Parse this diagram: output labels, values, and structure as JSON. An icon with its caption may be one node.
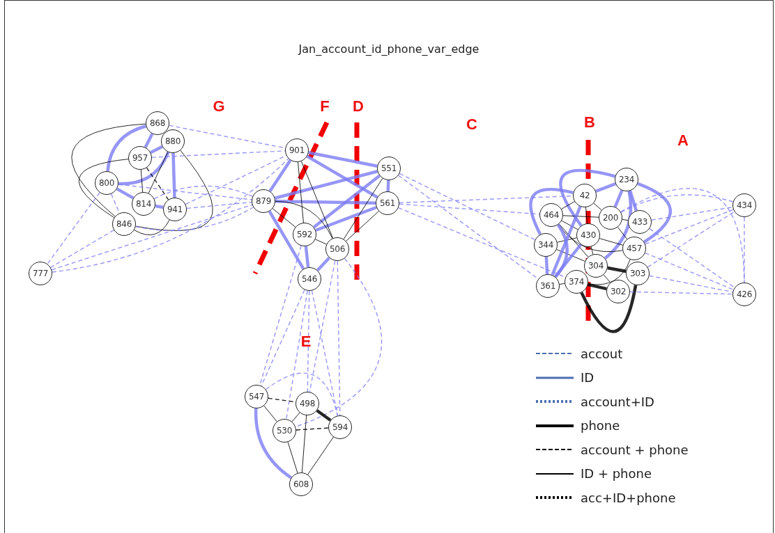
{
  "diagram": {
    "title": "Jan_account_id_phone_var_edge",
    "nodes": [
      {
        "text": [
          "868"
        ]
      },
      {
        "text": [
          "880"
        ]
      },
      {
        "text": [
          "957"
        ]
      },
      {
        "text": [
          "800"
        ]
      },
      {
        "text": [
          "814"
        ]
      },
      {
        "text": [
          "941"
        ]
      },
      {
        "text": [
          "846"
        ]
      },
      {
        "text": [
          "777"
        ]
      },
      {
        "text": [
          "901"
        ]
      },
      {
        "text": [
          "551"
        ]
      },
      {
        "text": [
          "879"
        ]
      },
      {
        "text": [
          "561"
        ]
      },
      {
        "text": [
          "592"
        ]
      },
      {
        "text": [
          "506"
        ]
      },
      {
        "text": [
          "546"
        ]
      },
      {
        "text": [
          "547"
        ]
      },
      {
        "text": [
          "498"
        ]
      },
      {
        "text": [
          "530"
        ]
      },
      {
        "text": [
          "594"
        ]
      },
      {
        "text": [
          "608"
        ]
      },
      {
        "text": [
          "234"
        ]
      },
      {
        "text": [
          "42"
        ]
      },
      {
        "text": [
          "464"
        ]
      },
      {
        "text": [
          "200"
        ]
      },
      {
        "text": [
          "433"
        ]
      },
      {
        "text": [
          "430"
        ]
      },
      {
        "text": [
          "344"
        ]
      },
      {
        "text": [
          "457"
        ]
      },
      {
        "text": [
          "304"
        ]
      },
      {
        "text": [
          "303"
        ]
      },
      {
        "text": [
          "361"
        ]
      },
      {
        "text": [
          "374"
        ]
      },
      {
        "text": [
          "302"
        ]
      },
      {
        "text": [
          "434"
        ]
      },
      {
        "text": [
          "426"
        ]
      }
    ],
    "edges": [
      {
        "from": 3,
        "to": 0,
        "arrow": "none",
        "style": "thick"
      },
      {
        "from": 3,
        "to": 1,
        "arrow": "none",
        "style": "thick"
      },
      {
        "from": 2,
        "to": 1,
        "arrow": "none",
        "style": "thick"
      },
      {
        "from": 0,
        "to": 2,
        "arrow": "none",
        "style": "thick"
      },
      {
        "from": 0,
        "to": 6,
        "arrow": "none",
        "color": "#000000"
      },
      {
        "from": 2,
        "to": 6,
        "arrow": "none",
        "color": "#000000"
      },
      {
        "from": 1,
        "to": 6,
        "arrow": "none",
        "color": "#000000"
      },
      {
        "from": 1,
        "to": 4,
        "arrow": "none",
        "color": "#000000"
      },
      {
        "from": 2,
        "to": 4,
        "arrow": "none",
        "color": "#000000"
      },
      {
        "from": 1,
        "to": 5,
        "arrow": "none",
        "style": "thick"
      },
      {
        "from": 2,
        "to": 5,
        "arrow": "none",
        "style": "dashed",
        "color": "#000000"
      },
      {
        "from": 3,
        "to": 4,
        "arrow": "none",
        "style": "thick"
      },
      {
        "from": 3,
        "to": 6,
        "arrow": "none",
        "style": "dashed"
      },
      {
        "from": 6,
        "to": 5,
        "arrow": "none",
        "color": "#000000"
      },
      {
        "from": 4,
        "to": 5,
        "arrow": "none",
        "style": "thick"
      },
      {
        "from": 0,
        "to": 8,
        "arrow": "none",
        "style": "dashed"
      },
      {
        "from": 2,
        "to": 8,
        "arrow": "none",
        "style": "dashed"
      },
      {
        "from": 3,
        "to": 7,
        "arrow": "none",
        "style": "dashed"
      },
      {
        "from": 6,
        "to": 7,
        "arrow": "none",
        "style": "dashed"
      },
      {
        "from": 7,
        "to": 10,
        "arrow": "none",
        "style": "dashed"
      },
      {
        "from": 7,
        "to": 8,
        "arrow": "none",
        "style": "dashed"
      },
      {
        "from": 5,
        "to": 10,
        "arrow": "none",
        "style": "dashed"
      },
      {
        "from": 4,
        "to": 10,
        "arrow": "none",
        "style": "dashed"
      },
      {
        "from": 6,
        "to": 10,
        "arrow": "none",
        "style": "dashed"
      },
      {
        "from": 5,
        "to": 8,
        "arrow": "none",
        "style": "dashed"
      },
      {
        "from": 3,
        "to": 10,
        "arrow": "none",
        "style": "dashed"
      },
      {
        "from": 8,
        "to": 9,
        "arrow": "none",
        "style": "thick"
      },
      {
        "from": 8,
        "to": 11,
        "arrow": "none",
        "style": "thick"
      },
      {
        "from": 8,
        "to": 10,
        "arrow": "none",
        "style": "thick"
      },
      {
        "from": 10,
        "to": 9,
        "arrow": "none",
        "style": "thick"
      },
      {
        "from": 10,
        "to": 11,
        "arrow": "none",
        "style": "thick"
      },
      {
        "from": 10,
        "to": 14,
        "arrow": "none",
        "style": "thick"
      },
      {
        "from": 12,
        "to": 9,
        "arrow": "none",
        "style": "thick"
      },
      {
        "from": 12,
        "to": 11,
        "arrow": "none",
        "style": "thick"
      },
      {
        "from": 14,
        "to": 13,
        "arrow": "none",
        "style": "thick"
      },
      {
        "from": 12,
        "to": 14,
        "arrow": "none",
        "style": "thick"
      },
      {
        "from": 9,
        "to": 11,
        "arrow": "none",
        "style": "thick"
      },
      {
        "from": 8,
        "to": 12,
        "arrow": "none",
        "color": "#000000"
      },
      {
        "from": 8,
        "to": 13,
        "arrow": "none",
        "color": "#000000"
      },
      {
        "from": 10,
        "to": 12,
        "arrow": "none",
        "color": "#000000"
      },
      {
        "from": 10,
        "to": 13,
        "arrow": "none",
        "color": "#000000"
      },
      {
        "from": 12,
        "to": 13,
        "arrow": "none",
        "color": "#000000"
      },
      {
        "from": 13,
        "to": 9,
        "arrow": "none",
        "color": "#000000"
      },
      {
        "from": 13,
        "to": 11,
        "arrow": "none",
        "color": "#000000"
      },
      {
        "from": 9,
        "to": 30,
        "arrow": "none",
        "style": "dashed"
      },
      {
        "from": 9,
        "to": 26,
        "arrow": "none",
        "style": "dashed"
      },
      {
        "from": 11,
        "to": 22,
        "arrow": "none",
        "style": "dashed"
      },
      {
        "from": 11,
        "to": 21,
        "arrow": "none",
        "style": "dashed"
      },
      {
        "from": 11,
        "to": 31,
        "arrow": "none",
        "style": "dashed"
      },
      {
        "from": 14,
        "to": 15,
        "arrow": "none",
        "style": "dashed"
      },
      {
        "from": 14,
        "to": 16,
        "arrow": "none",
        "style": "dashed"
      },
      {
        "from": 14,
        "to": 17,
        "arrow": "none",
        "style": "dashed"
      },
      {
        "from": 14,
        "to": 18,
        "arrow": "none",
        "style": "dashed"
      },
      {
        "from": 13,
        "to": 18,
        "arrow": "none",
        "style": "dashed"
      },
      {
        "from": 13,
        "to": 17,
        "arrow": "none",
        "style": "dashed"
      },
      {
        "from": 13,
        "to": 16,
        "arrow": "none",
        "style": "dashed"
      },
      {
        "from": 12,
        "to": 15,
        "arrow": "none",
        "style": "dashed"
      },
      {
        "from": 15,
        "to": 16,
        "arrow": "none",
        "style": "dashed",
        "color": "#000000"
      },
      {
        "from": 15,
        "to": 18,
        "arrow": "none",
        "style": "dashed"
      },
      {
        "from": 15,
        "to": 17,
        "arrow": "none",
        "color": "#000000"
      },
      {
        "from": 15,
        "to": 19,
        "arrow": "none",
        "style": "thick"
      },
      {
        "from": 17,
        "to": 18,
        "arrow": "none",
        "style": "dashed",
        "color": "#000000"
      },
      {
        "from": 16,
        "to": 18,
        "arrow": "none",
        "style": "thick",
        "color": "#000000"
      },
      {
        "from": 16,
        "to": 19,
        "arrow": "none",
        "color": "#000000"
      },
      {
        "from": 17,
        "to": 19,
        "arrow": "none",
        "color": "#000000"
      },
      {
        "from": 18,
        "to": 19,
        "arrow": "none",
        "color": "#000000"
      },
      {
        "from": 16,
        "to": 17,
        "arrow": "none",
        "color": "#000000"
      },
      {
        "from": 20,
        "to": 21,
        "arrow": "none",
        "style": "thick"
      },
      {
        "from": 20,
        "to": 23,
        "arrow": "none",
        "style": "thick"
      },
      {
        "from": 20,
        "to": 24,
        "arrow": "none",
        "style": "thick"
      },
      {
        "from": 20,
        "to": 27,
        "arrow": "none",
        "style": "thick"
      },
      {
        "from": 20,
        "to": 28,
        "arrow": "none",
        "style": "thick"
      },
      {
        "from": 20,
        "to": 25,
        "arrow": "none",
        "style": "thick"
      },
      {
        "from": 21,
        "to": 22,
        "arrow": "none",
        "color": "#000000"
      },
      {
        "from": 21,
        "to": 23,
        "arrow": "none",
        "color": "#000000"
      },
      {
        "from": 21,
        "to": 25,
        "arrow": "none",
        "color": "#000000"
      },
      {
        "from": 22,
        "to": 23,
        "arrow": "none",
        "color": "#000000"
      },
      {
        "from": 22,
        "to": 25,
        "arrow": "none",
        "color": "#000000"
      },
      {
        "from": 22,
        "to": 28,
        "arrow": "none",
        "color": "#000000"
      },
      {
        "from": 22,
        "to": 27,
        "arrow": "none",
        "color": "#000000"
      },
      {
        "from": 26,
        "to": 25,
        "arrow": "none",
        "color": "#000000"
      },
      {
        "from": 26,
        "to": 28,
        "arrow": "none",
        "color": "#000000"
      },
      {
        "from": 30,
        "to": 31,
        "arrow": "none",
        "color": "#000000"
      },
      {
        "from": 31,
        "to": 32,
        "arrow": "none",
        "style": "thick",
        "color": "#000000"
      },
      {
        "from": 31,
        "to": 29,
        "arrow": "none",
        "style": "thick",
        "color": "#000000"
      },
      {
        "from": 28,
        "to": 29,
        "arrow": "none",
        "style": "thick",
        "color": "#000000"
      },
      {
        "from": 28,
        "to": 32,
        "arrow": "none",
        "color": "#000000"
      },
      {
        "from": 25,
        "to": 27,
        "arrow": "none",
        "color": "#000000"
      },
      {
        "from": 23,
        "to": 27,
        "arrow": "none",
        "color": "#000000"
      },
      {
        "from": 23,
        "to": 24,
        "arrow": "none",
        "color": "#000000"
      },
      {
        "from": 25,
        "to": 28,
        "arrow": "none",
        "color": "#000000"
      },
      {
        "from": 21,
        "to": 26,
        "arrow": "none",
        "style": "thick"
      },
      {
        "from": 22,
        "to": 30,
        "arrow": "none",
        "style": "thick"
      },
      {
        "from": 30,
        "to": 26,
        "arrow": "none",
        "style": "thick"
      },
      {
        "from": 30,
        "to": 25,
        "arrow": "none",
        "style": "thick"
      },
      {
        "from": 30,
        "to": 21,
        "arrow": "none",
        "style": "thick"
      },
      {
        "from": 31,
        "to": 27,
        "arrow": "none",
        "color": "#000000"
      },
      {
        "from": 23,
        "to": 33,
        "arrow": "none",
        "style": "dashed"
      },
      {
        "from": 24,
        "to": 33,
        "arrow": "none",
        "style": "dashed"
      },
      {
        "from": 27,
        "to": 33,
        "arrow": "none",
        "style": "dashed"
      },
      {
        "from": 29,
        "to": 33,
        "arrow": "none",
        "style": "dashed"
      },
      {
        "from": 24,
        "to": 34,
        "arrow": "none",
        "style": "dashed"
      },
      {
        "from": 27,
        "to": 34,
        "arrow": "none",
        "style": "dashed"
      },
      {
        "from": 23,
        "to": 34,
        "arrow": "none",
        "style": "dashed"
      },
      {
        "from": 32,
        "to": 34,
        "arrow": "none",
        "style": "dashed"
      },
      {
        "from": 29,
        "to": 34,
        "arrow": "none",
        "style": "dashed"
      },
      {
        "from": 33,
        "to": 34,
        "arrow": "none",
        "style": "dashed"
      }
    ],
    "labels": [
      "G",
      "F",
      "D",
      "C",
      "B",
      "A",
      "E"
    ],
    "legend": [
      {
        "text": "accout"
      },
      {
        "text": "ID"
      },
      {
        "text": "account+ID"
      },
      {
        "text": "phone"
      },
      {
        "text": "account + phone"
      },
      {
        "text": "ID + phone"
      },
      {
        "text": "acc+ID+phone"
      }
    ]
  }
}
